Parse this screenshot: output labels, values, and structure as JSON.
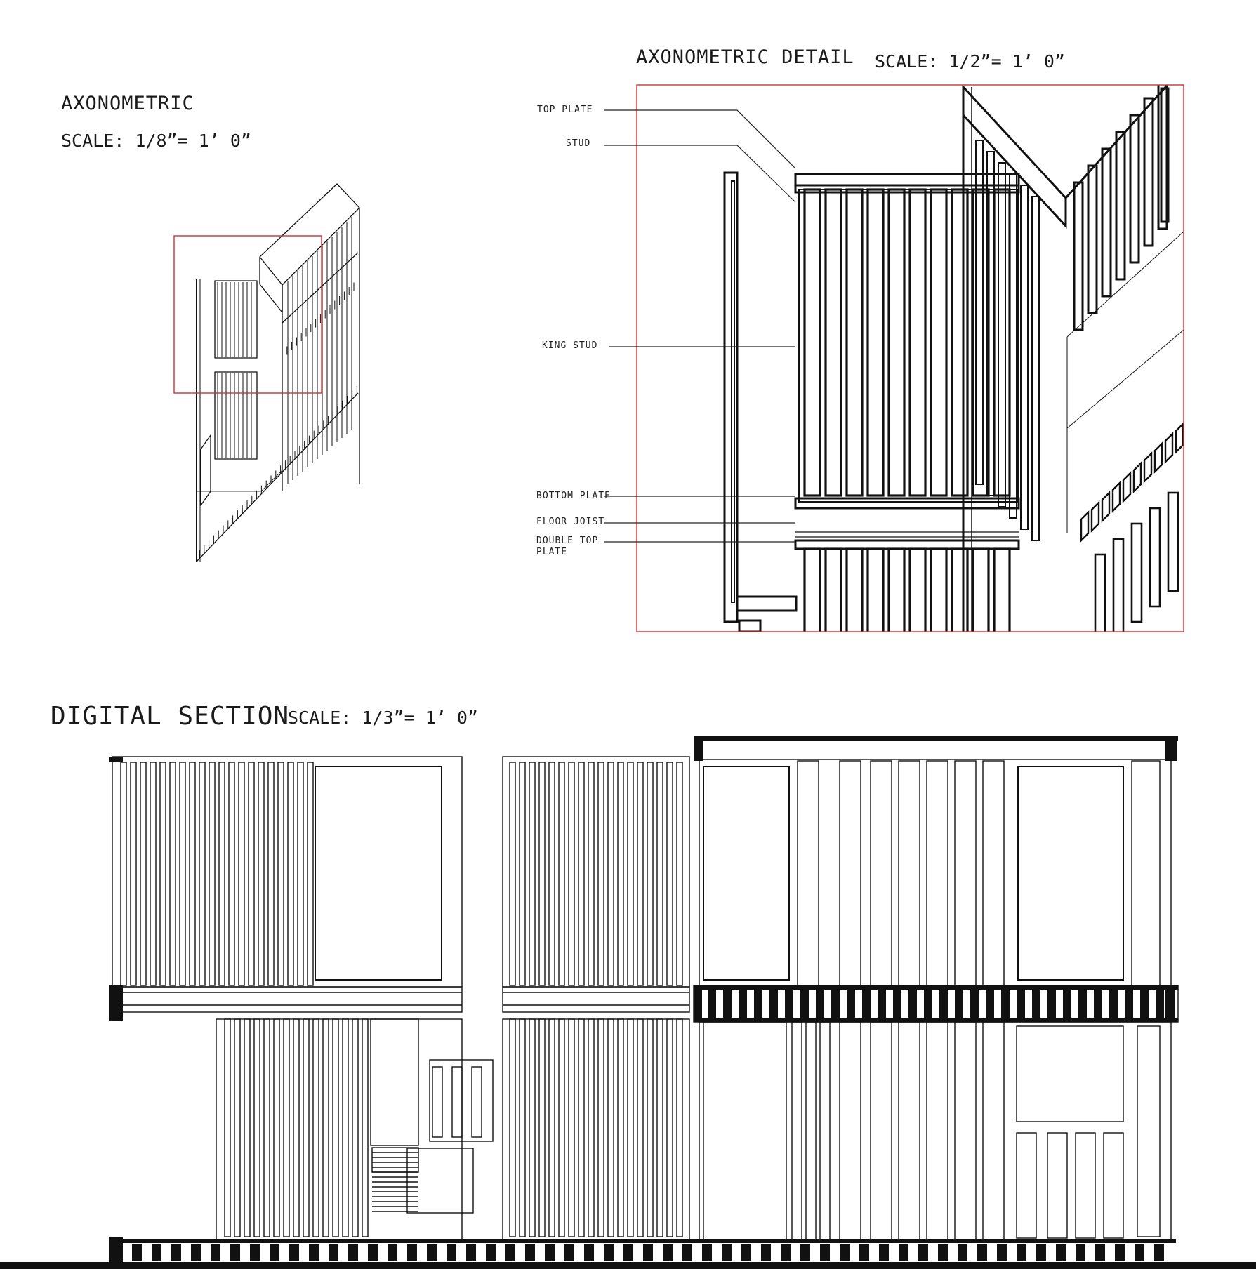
{
  "axonometric": {
    "title": "AXONOMETRIC",
    "scale": "SCALE: 1/8”= 1’ 0”"
  },
  "detail": {
    "title": "AXONOMETRIC DETAIL",
    "scale": "SCALE: 1/2”= 1’ 0”",
    "callouts": {
      "top_plate": "TOP PLATE",
      "stud": "STUD",
      "king_stud": "KING STUD",
      "bottom_plate": "BOTTOM PLATE",
      "floor_joist": "FLOOR JOIST",
      "double_top_plate_1": "DOUBLE TOP",
      "double_top_plate_2": "PLATE"
    }
  },
  "section": {
    "title": "DIGITAL SECTION",
    "scale": "SCALE: 1/3”= 1’ 0”"
  },
  "colors": {
    "line": "#111111",
    "detail_frame": "#d23030",
    "thin_line": "#555555"
  }
}
